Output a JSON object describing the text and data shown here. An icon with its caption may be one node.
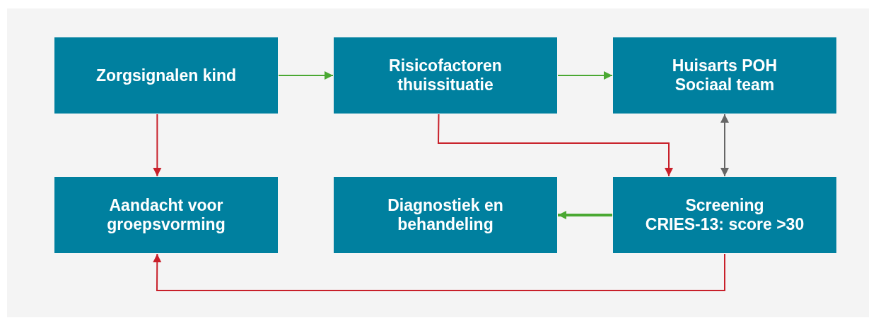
{
  "diagram": {
    "nodes": [
      {
        "text": [
          "Zorgsignalen kind"
        ]
      },
      {
        "text": [
          "Risicofactoren thuissituatie"
        ]
      },
      {
        "text": [
          "Huisarts POH",
          "Sociaal team"
        ]
      },
      {
        "text": [
          "Aandacht voor groepsvorming"
        ]
      },
      {
        "text": [
          "Diagnostiek en behandeling"
        ]
      },
      {
        "text": [
          "Screening",
          "CRIES-13: score >30"
        ]
      }
    ],
    "edges": [
      {
        "from": 0,
        "to": 1,
        "arrow": "to",
        "color": "#4aa832"
      },
      {
        "from": 1,
        "to": 2,
        "arrow": "to",
        "color": "#4aa832"
      },
      {
        "from": 0,
        "to": 3,
        "arrow": "to",
        "color": "#c8202a"
      },
      {
        "from": 1,
        "to": 5,
        "arrow": "to",
        "color": "#c8202a"
      },
      {
        "from": 2,
        "to": 5,
        "arrow": "both",
        "color": "#666666"
      },
      {
        "from": 5,
        "to": 4,
        "arrow": "to",
        "style": "thick",
        "color": "#4aa832"
      },
      {
        "from": 5,
        "to": 3,
        "arrow": "to",
        "color": "#c8202a"
      }
    ]
  }
}
